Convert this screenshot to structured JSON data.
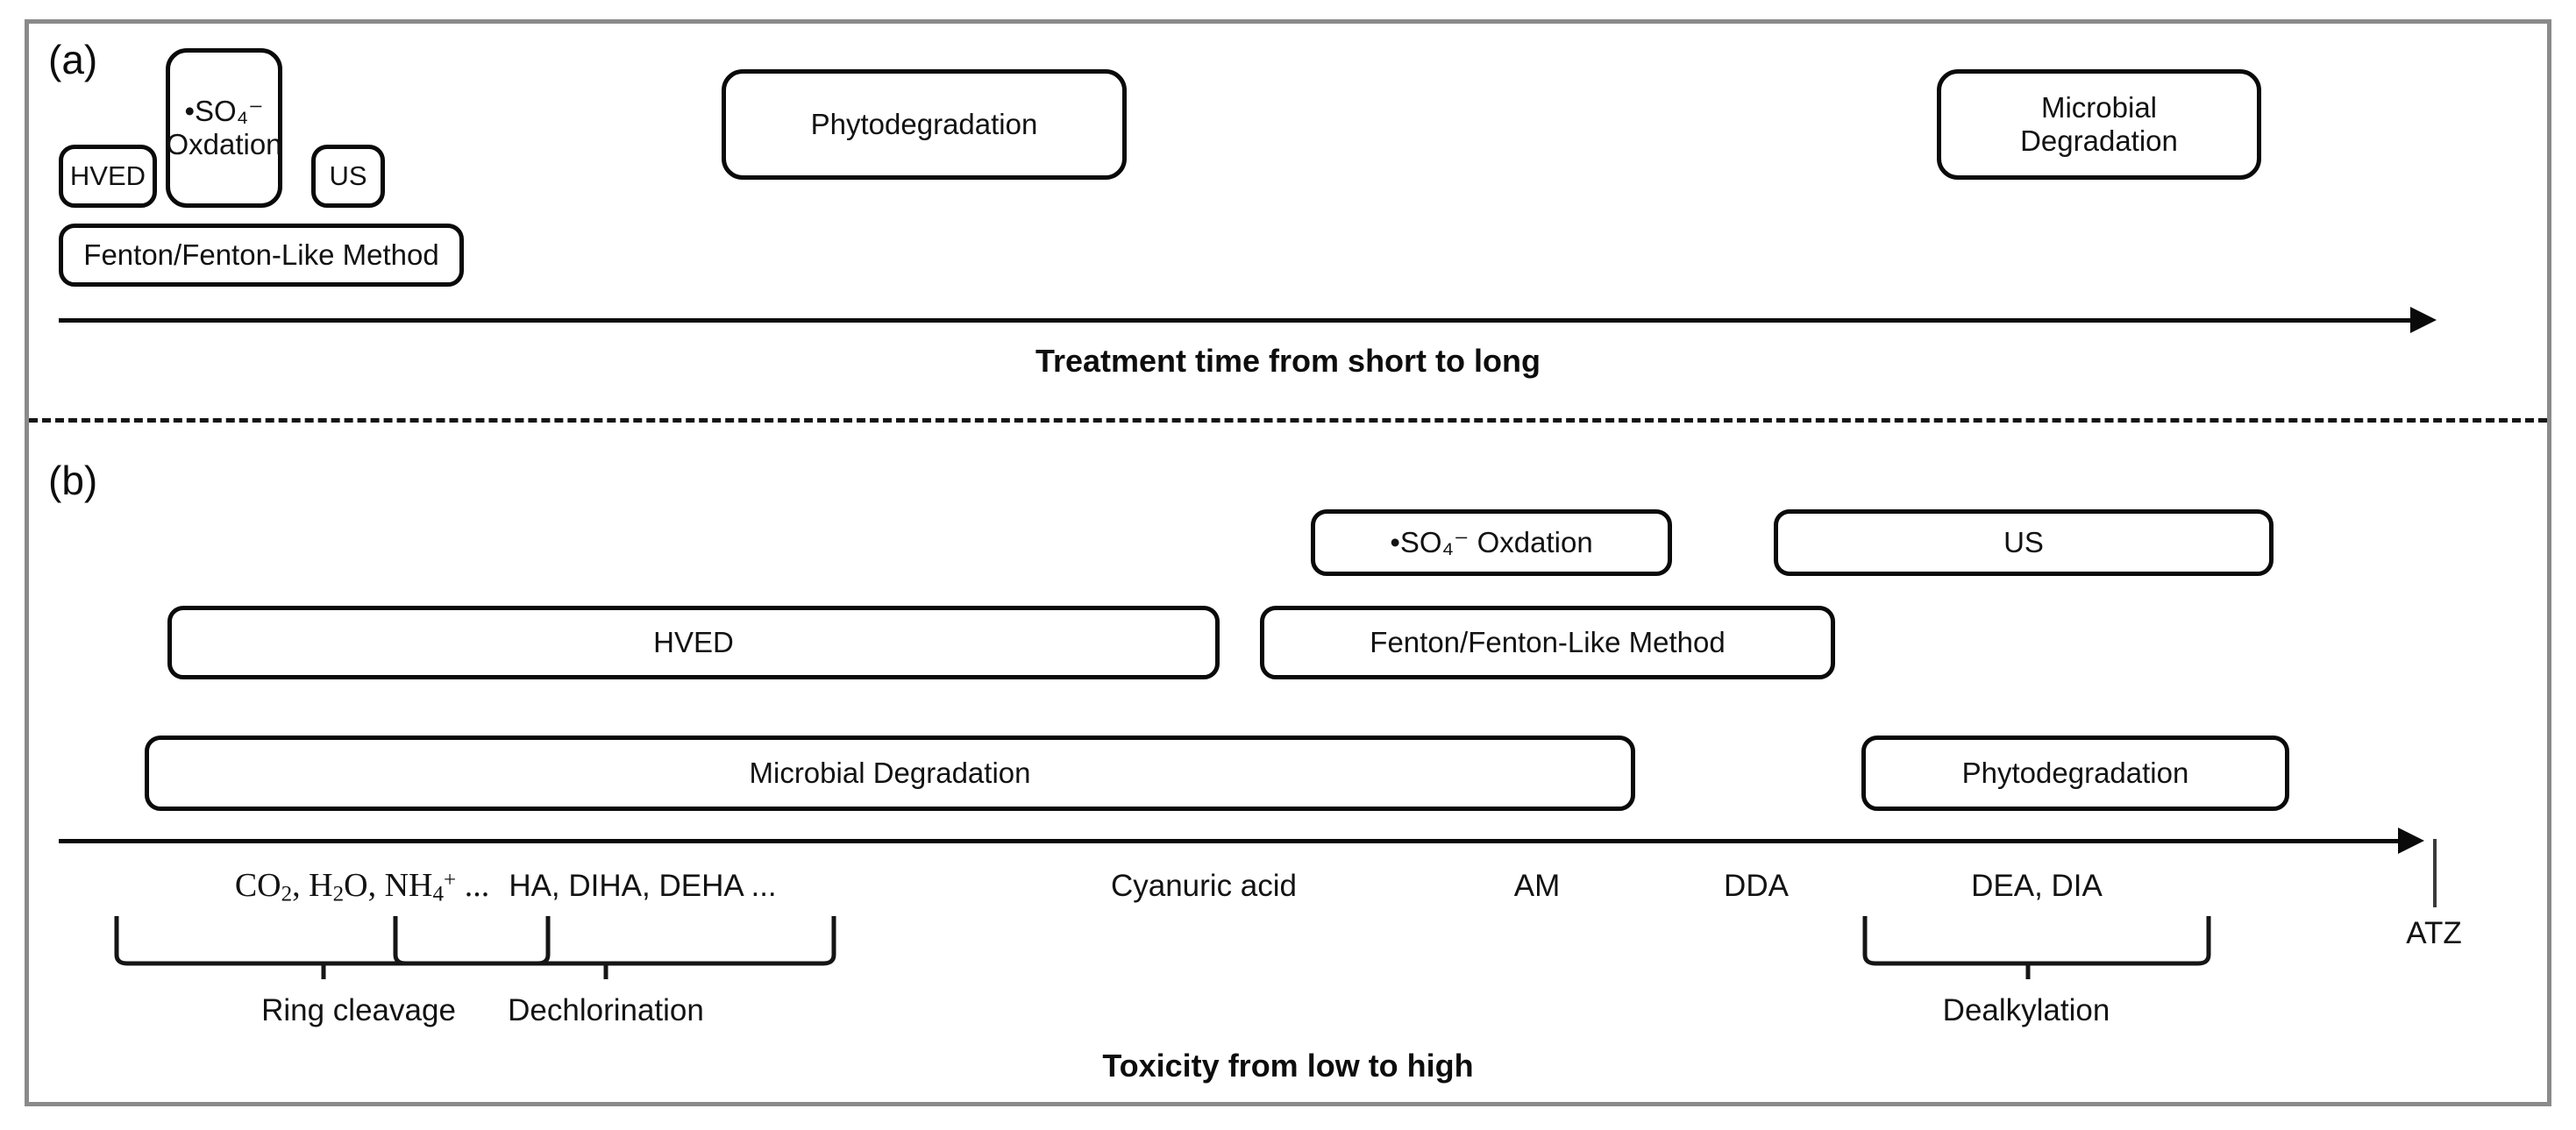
{
  "figure": {
    "panel_a": {
      "letter": "(a)",
      "axis_caption": "Treatment time from short to long",
      "boxes": [
        {
          "label": "HVED",
          "name": "box-hved"
        },
        {
          "label": "•SO₄⁻\nOxdation",
          "name": "box-so4-oxidation"
        },
        {
          "label": "US",
          "name": "box-us"
        },
        {
          "label": "Fenton/Fenton-Like Method",
          "name": "box-fenton"
        },
        {
          "label": "Phytodegradation",
          "name": "box-phytodegradation"
        },
        {
          "label": "Microbial\nDegradation",
          "name": "box-microbial-degradation"
        }
      ]
    },
    "panel_b": {
      "letter": "(b)",
      "axis_caption": "Toxicity from low to high",
      "boxes": [
        {
          "label": "•SO₄⁻ Oxdation",
          "name": "box-so4-oxidation"
        },
        {
          "label": "US",
          "name": "box-us"
        },
        {
          "label": "HVED",
          "name": "box-hved"
        },
        {
          "label": "Fenton/Fenton-Like Method",
          "name": "box-fenton"
        },
        {
          "label": "Microbial Degradation",
          "name": "box-microbial-degradation"
        },
        {
          "label": "Phytodegradation",
          "name": "box-phytodegradation"
        }
      ],
      "species": [
        {
          "label": "CO2, H2O, NH4+ ...",
          "name": "species-mineralization"
        },
        {
          "label": "HA, DIHA, DEHA ...",
          "name": "species-hydroxy"
        },
        {
          "label": "Cyanuric acid",
          "name": "species-cyanuric-acid"
        },
        {
          "label": "AM",
          "name": "species-am"
        },
        {
          "label": "DDA",
          "name": "species-dda"
        },
        {
          "label": "DEA, DIA",
          "name": "species-dea-dia"
        },
        {
          "label": "ATZ",
          "name": "species-atz"
        }
      ],
      "processes": [
        {
          "label": "Ring cleavage",
          "name": "process-ring-cleavage"
        },
        {
          "label": "Dechlorination",
          "name": "process-dechlorination"
        },
        {
          "label": "Dealkylation",
          "name": "process-dealkylation"
        }
      ]
    },
    "colors": {
      "frame_border": "#8a8a8a",
      "box_border": "#0a0a0a",
      "axis": "#0a0a0a",
      "text": "#121212",
      "background": "#ffffff"
    }
  }
}
